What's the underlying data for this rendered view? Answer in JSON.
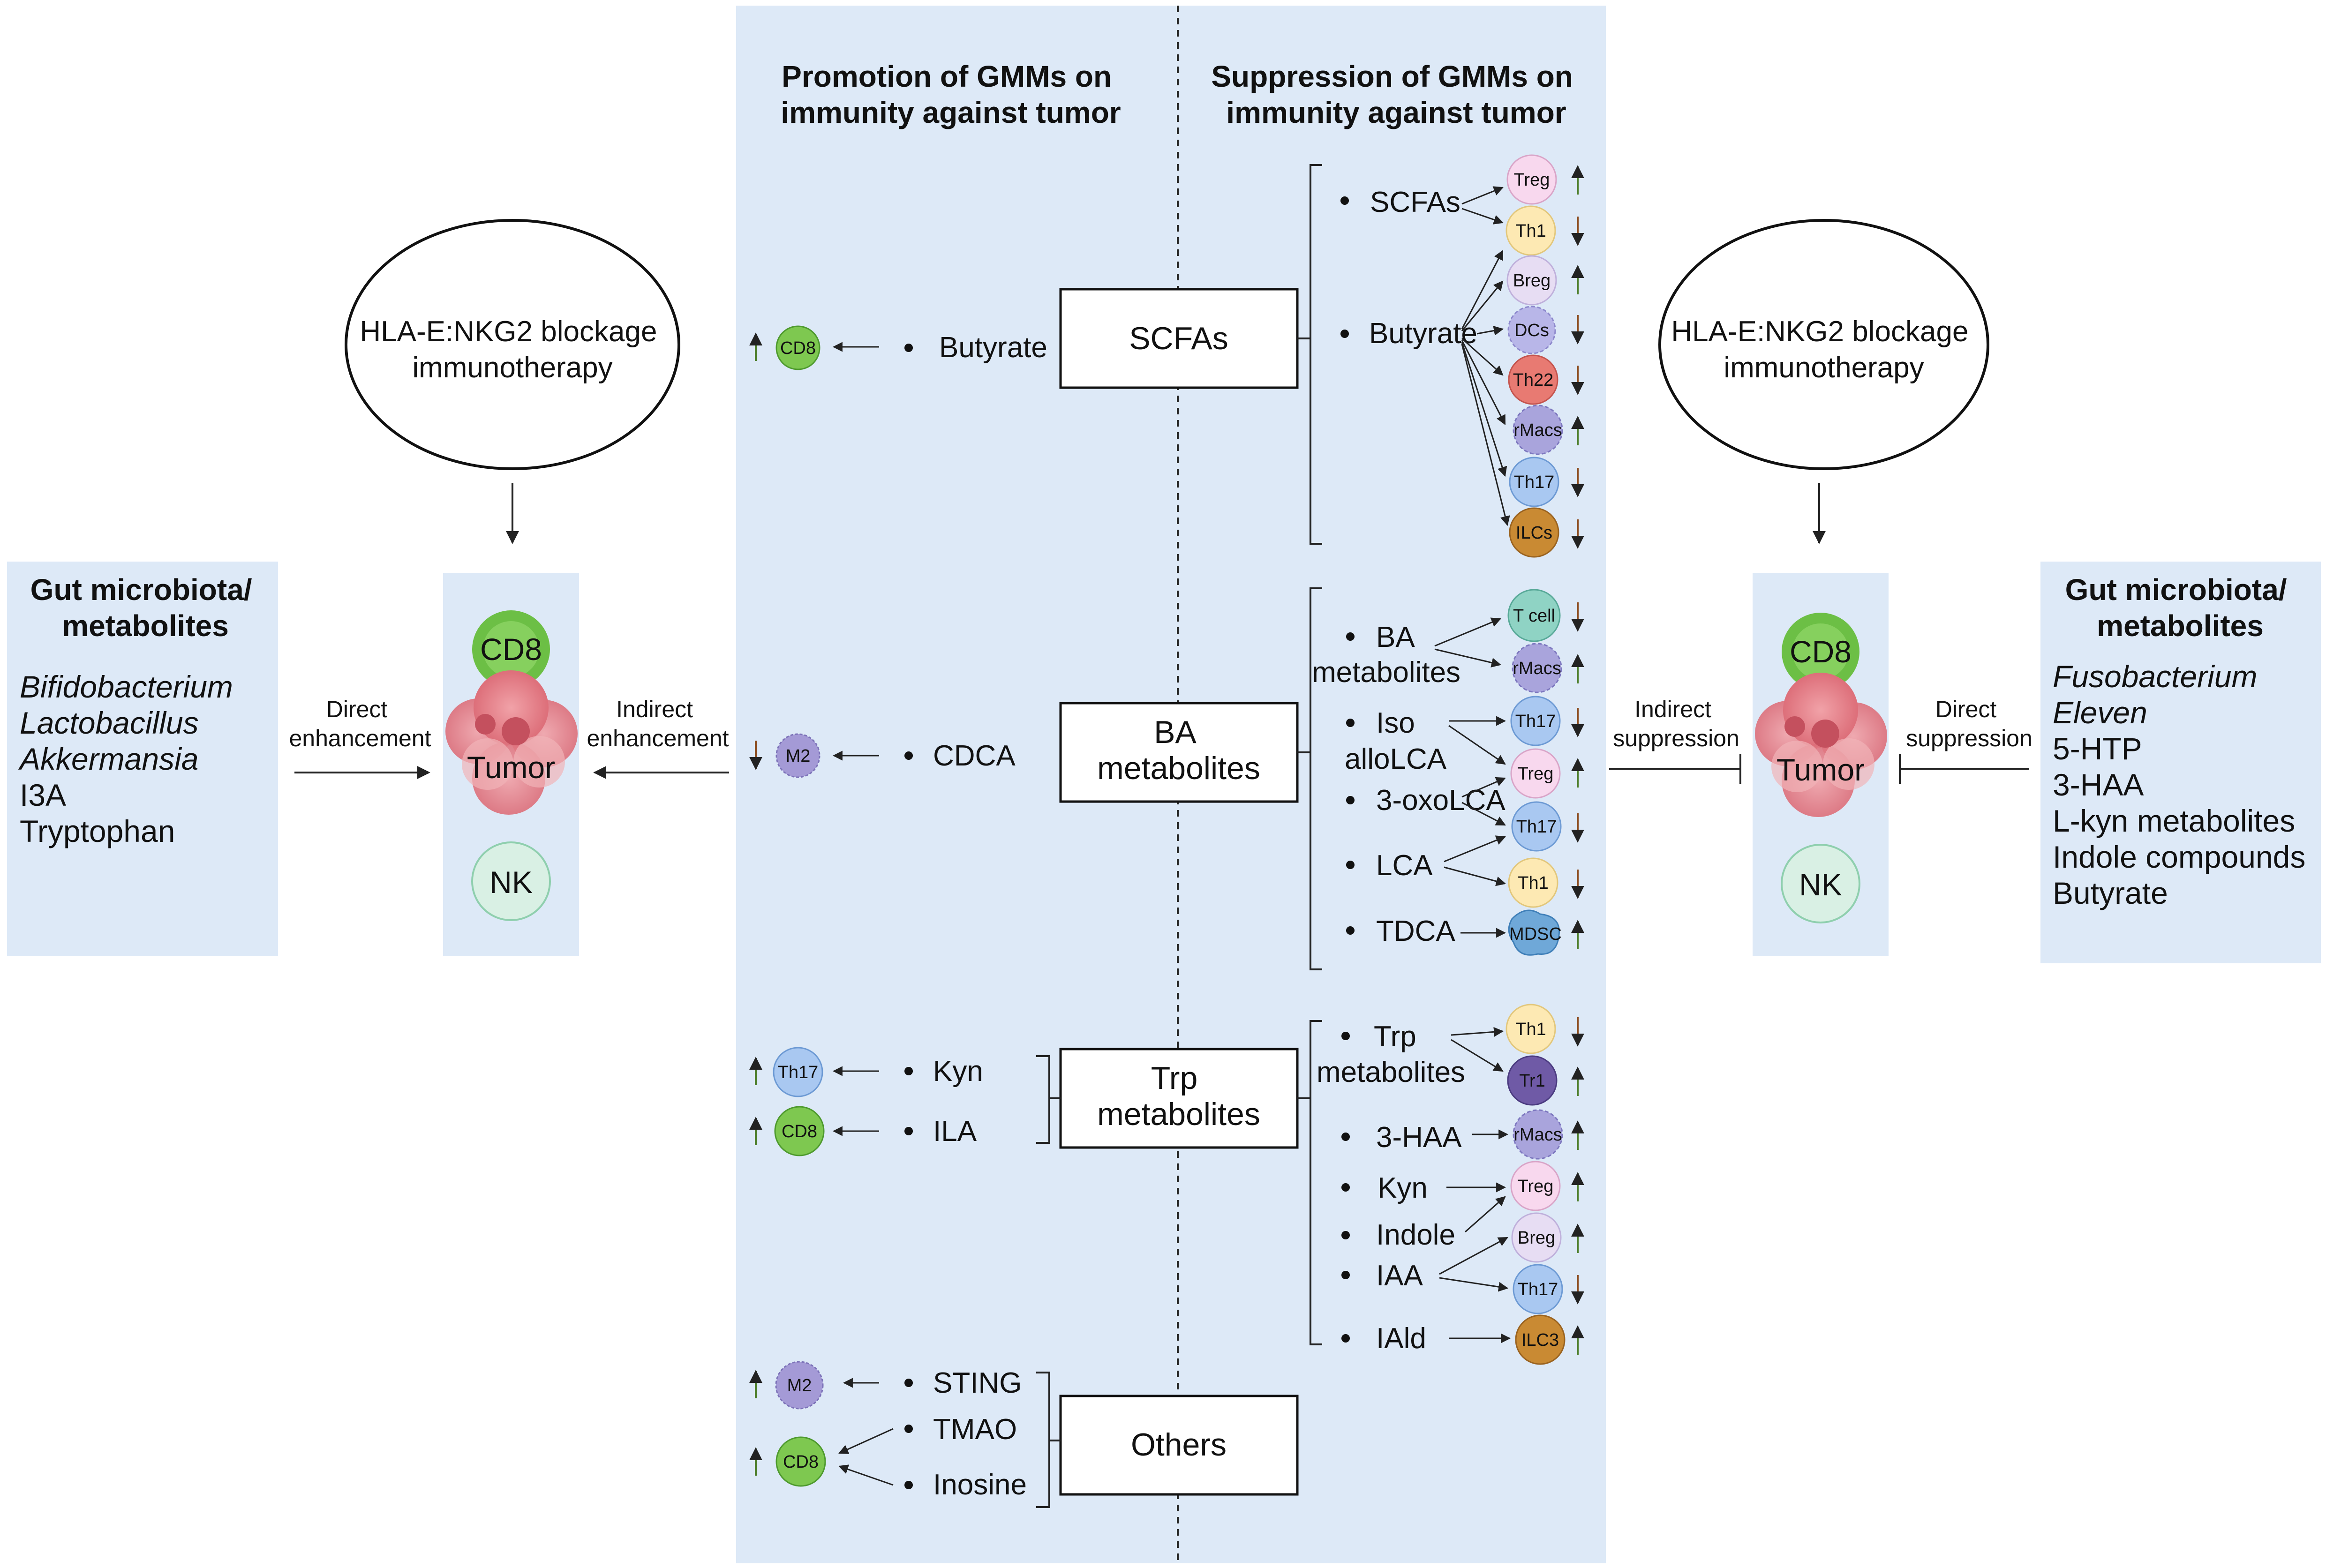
{
  "headers": {
    "promotion": [
      "Promotion of GMMs on",
      "immunity against tumor"
    ],
    "suppression": [
      "Suppression of GMMs on",
      "immunity against tumor"
    ]
  },
  "left": {
    "therapy": [
      "HLA-E:NKG2 blockage",
      "immunotherapy"
    ],
    "panel_title": [
      "Gut microbiota/",
      "metabolites"
    ],
    "panel_items_italic": [
      "Bifidobacterium",
      "Lactobacillus",
      "Akkermansia"
    ],
    "panel_items": [
      "I3A",
      "Tryptophan"
    ],
    "direct": [
      "Direct",
      "enhancement"
    ],
    "indirect": [
      "Indirect",
      "enhancement"
    ],
    "cells": {
      "cd8": "CD8",
      "tumor": "Tumor",
      "nk": "NK"
    }
  },
  "right": {
    "therapy": [
      "HLA-E:NKG2 blockage",
      "immunotherapy"
    ],
    "panel_title": [
      "Gut microbiota/",
      "metabolites"
    ],
    "panel_items_italic": [
      "Fusobacterium",
      "Eleven"
    ],
    "panel_items": [
      "5-HTP",
      "3-HAA",
      "L-kyn metabolites",
      "Indole compounds",
      "Butyrate"
    ],
    "direct": [
      "Direct",
      "suppression"
    ],
    "indirect": [
      "Indirect",
      "suppression"
    ],
    "cells": {
      "cd8": "CD8",
      "tumor": "Tumor",
      "nk": "NK"
    }
  },
  "categories": {
    "scfa": [
      "SCFAs"
    ],
    "ba": [
      "BA",
      "metabolites"
    ],
    "trp": [
      "Trp",
      "metabolites"
    ],
    "others": [
      "Others"
    ]
  },
  "promotion": {
    "scfa": [
      {
        "item": "Butyrate",
        "cell": "CD8",
        "arrow": "up"
      }
    ],
    "ba": [
      {
        "item": "CDCA",
        "cell": "M2",
        "arrow": "down"
      }
    ],
    "trp": [
      {
        "item": "Kyn",
        "cell": "Th17",
        "arrow": "up"
      },
      {
        "item": "ILA",
        "cell": "CD8",
        "arrow": "up"
      }
    ],
    "others": [
      {
        "item": "STING",
        "cell": "M2",
        "arrow": "up"
      },
      {
        "item": "TMAO",
        "cell": "CD8",
        "arrow": "up"
      },
      {
        "item": "Inosine"
      }
    ]
  },
  "suppression": {
    "scfa_items": [
      "SCFAs",
      "Butyrate"
    ],
    "scfa_cells": [
      {
        "cell": "Treg",
        "arrow": "up"
      },
      {
        "cell": "Th1",
        "arrow": "down"
      },
      {
        "cell": "Breg",
        "arrow": "up"
      },
      {
        "cell": "DCs",
        "arrow": "down"
      },
      {
        "cell": "Th22",
        "arrow": "down"
      },
      {
        "cell": "rMacs",
        "arrow": "up"
      },
      {
        "cell": "Th17",
        "arrow": "down"
      },
      {
        "cell": "ILCs",
        "arrow": "down"
      }
    ],
    "ba_items": [
      [
        "BA",
        "metabolites"
      ],
      [
        "Iso",
        "alloLCA"
      ],
      [
        "3-oxoLCA"
      ],
      [
        "LCA"
      ],
      [
        "TDCA"
      ]
    ],
    "ba_cells": [
      {
        "cell": "T cell",
        "arrow": "down"
      },
      {
        "cell": "rMacs",
        "arrow": "up"
      },
      {
        "cell": "Th17",
        "arrow": "down"
      },
      {
        "cell": "Treg",
        "arrow": "up"
      },
      {
        "cell": "Th17",
        "arrow": "down"
      },
      {
        "cell": "Th1",
        "arrow": "down"
      },
      {
        "cell": "MDSC",
        "arrow": "up"
      }
    ],
    "trp_items": [
      [
        "Trp",
        "metabolites"
      ],
      [
        "3-HAA"
      ],
      [
        "Kyn"
      ],
      [
        "Indole"
      ],
      [
        "IAA"
      ],
      [
        "IAld"
      ]
    ],
    "trp_cells": [
      {
        "cell": "Th1",
        "arrow": "down"
      },
      {
        "cell": "Tr1",
        "arrow": "up"
      },
      {
        "cell": "rMacs",
        "arrow": "up"
      },
      {
        "cell": "Treg",
        "arrow": "up"
      },
      {
        "cell": "Breg",
        "arrow": "up"
      },
      {
        "cell": "Th17",
        "arrow": "down"
      },
      {
        "cell": "ILC3",
        "arrow": "up"
      }
    ]
  },
  "colors": {
    "panel_bg": "#dde9f7",
    "up_arrow": "#4b7d28",
    "down_arrow": "#8b4a1c",
    "cd8": "#7ec850",
    "nk": "#d9f0e4",
    "tumor": "#e8808a",
    "treg": "#f8d8ee",
    "th1": "#fde9b3",
    "breg": "#e7ddf3",
    "dcs": "#b8b6e8",
    "th22": "#e87a72",
    "rmacs": "#a9a4dc",
    "th17": "#a9c8f1",
    "ilc": "#c98a33",
    "tcell": "#8fd3c4",
    "tr1": "#6f5aa6",
    "mdsc": "#6fa8d8",
    "m2": "#a49ad6"
  }
}
